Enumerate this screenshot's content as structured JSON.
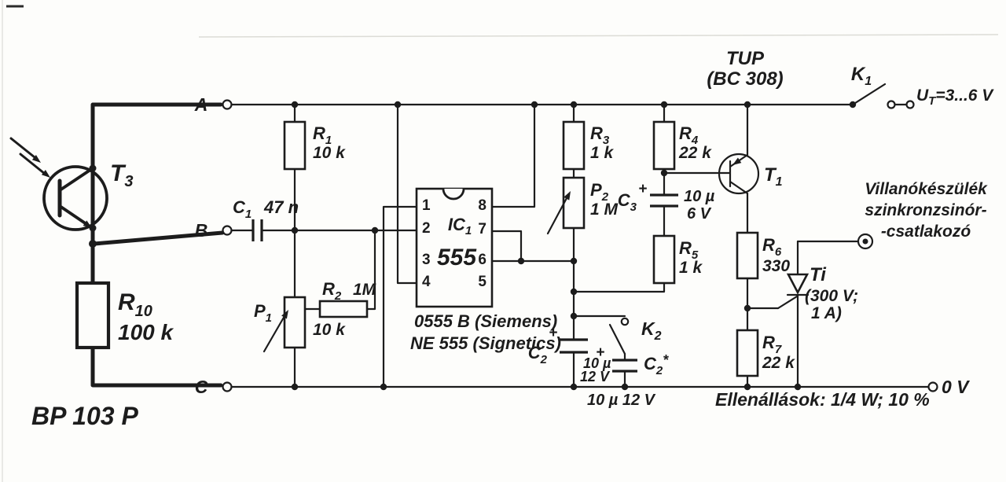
{
  "colors": {
    "ink": "#1c1c1c",
    "paper": "#fdfdfb"
  },
  "sensor": {
    "t3": {
      "ref": "T",
      "sub": "3"
    },
    "r10": {
      "ref": "R",
      "sub": "10",
      "value": "100 k"
    },
    "part_number": "BP 103 P"
  },
  "terminals": {
    "a": "A",
    "b": "B",
    "c": "C"
  },
  "supply": {
    "ref": "U",
    "sub": "T",
    "value": "=3...6 V",
    "ground": "0 V"
  },
  "switch_k1": {
    "ref": "K",
    "sub": "1"
  },
  "switch_k2": {
    "ref": "K",
    "sub": "2"
  },
  "r1": {
    "ref": "R",
    "sub": "1",
    "value": "10 k"
  },
  "r2": {
    "ref": "R",
    "sub": "2",
    "value": "1M"
  },
  "r3": {
    "ref": "R",
    "sub": "3",
    "value": "1 k"
  },
  "r4": {
    "ref": "R",
    "sub": "4",
    "value": "22 k"
  },
  "r5": {
    "ref": "R",
    "sub": "5",
    "value": "1 k"
  },
  "r6": {
    "ref": "R",
    "sub": "6",
    "value": "330"
  },
  "r7": {
    "ref": "R",
    "sub": "7",
    "value": "22 k"
  },
  "p1": {
    "ref": "P",
    "sub": "1",
    "value": "10 k"
  },
  "p2": {
    "ref": "P",
    "sub": "2",
    "value": "1 M"
  },
  "c1": {
    "ref": "C",
    "sub": "1",
    "value": "47 n"
  },
  "c2": {
    "ref": "C",
    "sub": "2",
    "value_top": "10 µ",
    "value_bottom": "12 V",
    "polarity": "+"
  },
  "c2star": {
    "ref": "C",
    "sub": "2",
    "star": "*",
    "values": "10 µ 12 V",
    "polarity": "+"
  },
  "c3": {
    "ref": "C",
    "sub": "3",
    "value_top": "10 µ",
    "value_bottom": "6 V",
    "polarity": "+"
  },
  "t1": {
    "ref": "T",
    "sub": "1",
    "family": "TUP",
    "part": "(BC 308)"
  },
  "ic1": {
    "ref": "IC",
    "sub": "1",
    "part": "555",
    "pins_left": [
      "1",
      "2",
      "3",
      "4"
    ],
    "pins_right": [
      "8",
      "7",
      "6",
      "5"
    ],
    "variant_1": "0555 B (Siemens)",
    "variant_2": "NE 555 (Signetics)"
  },
  "thyristor": {
    "ref": "Ti",
    "spec_1": "(300 V;",
    "spec_2": "1 A)"
  },
  "connector_label": {
    "line_1": "Villanókészülék",
    "line_2": "szinkronzsinór-",
    "line_3": "-csatlakozó"
  },
  "note": "Ellenállások: 1/4 W; 10 %"
}
